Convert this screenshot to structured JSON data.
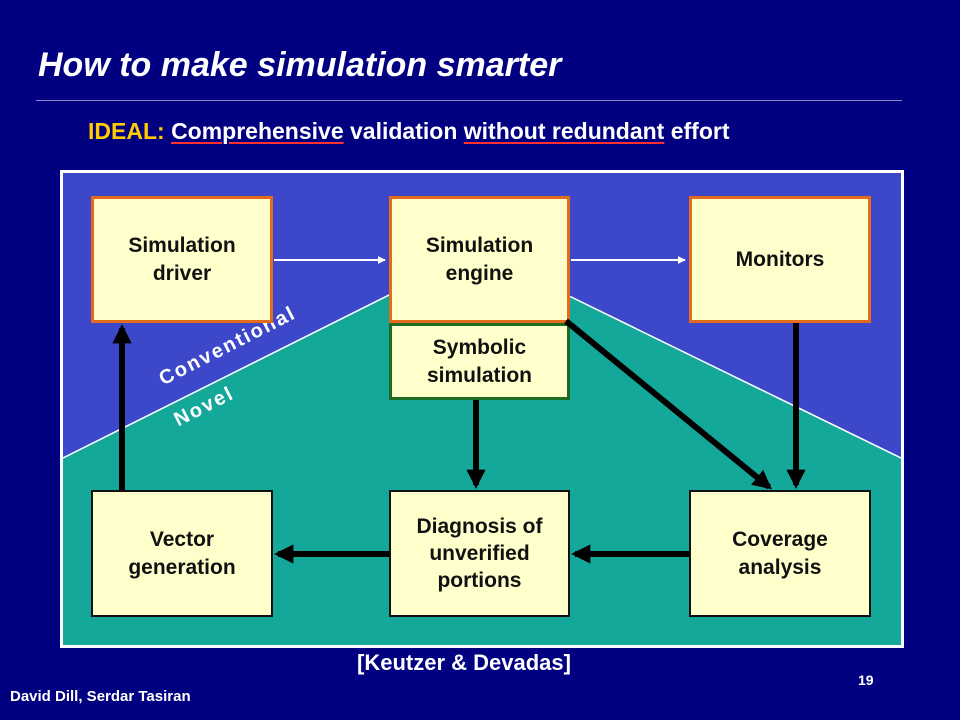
{
  "slide": {
    "title": "How to make simulation smarter",
    "ideal": {
      "prefix": "IDEAL:",
      "word1": "Comprehensive",
      "middle": "validation",
      "word2": "without redundant",
      "suffix": "effort"
    },
    "citation": "[Keutzer & Devadas]",
    "page_number": "19",
    "authors": "David Dill,  Serdar Tasiran"
  },
  "diagram": {
    "region_labels": {
      "upper": "Conventional",
      "lower": "Novel"
    },
    "nodes": {
      "simulation_driver": "Simulation\ndriver",
      "simulation_engine": "Simulation\nengine",
      "monitors": "Monitors",
      "symbolic_simulation": "Symbolic\nsimulation",
      "vector_generation": "Vector\ngeneration",
      "diagnosis": "Diagnosis of\nunverified\nportions",
      "coverage_analysis": "Coverage\nanalysis"
    },
    "colors": {
      "background": "#000080",
      "conventional_region": "#3d47c9",
      "novel_region": "#14a89a",
      "box_fill": "#ffffcc",
      "box_border_conventional": "#e36b1c",
      "box_border_symbolic": "#1e6b24",
      "accent_text": "#ffcc00"
    }
  }
}
